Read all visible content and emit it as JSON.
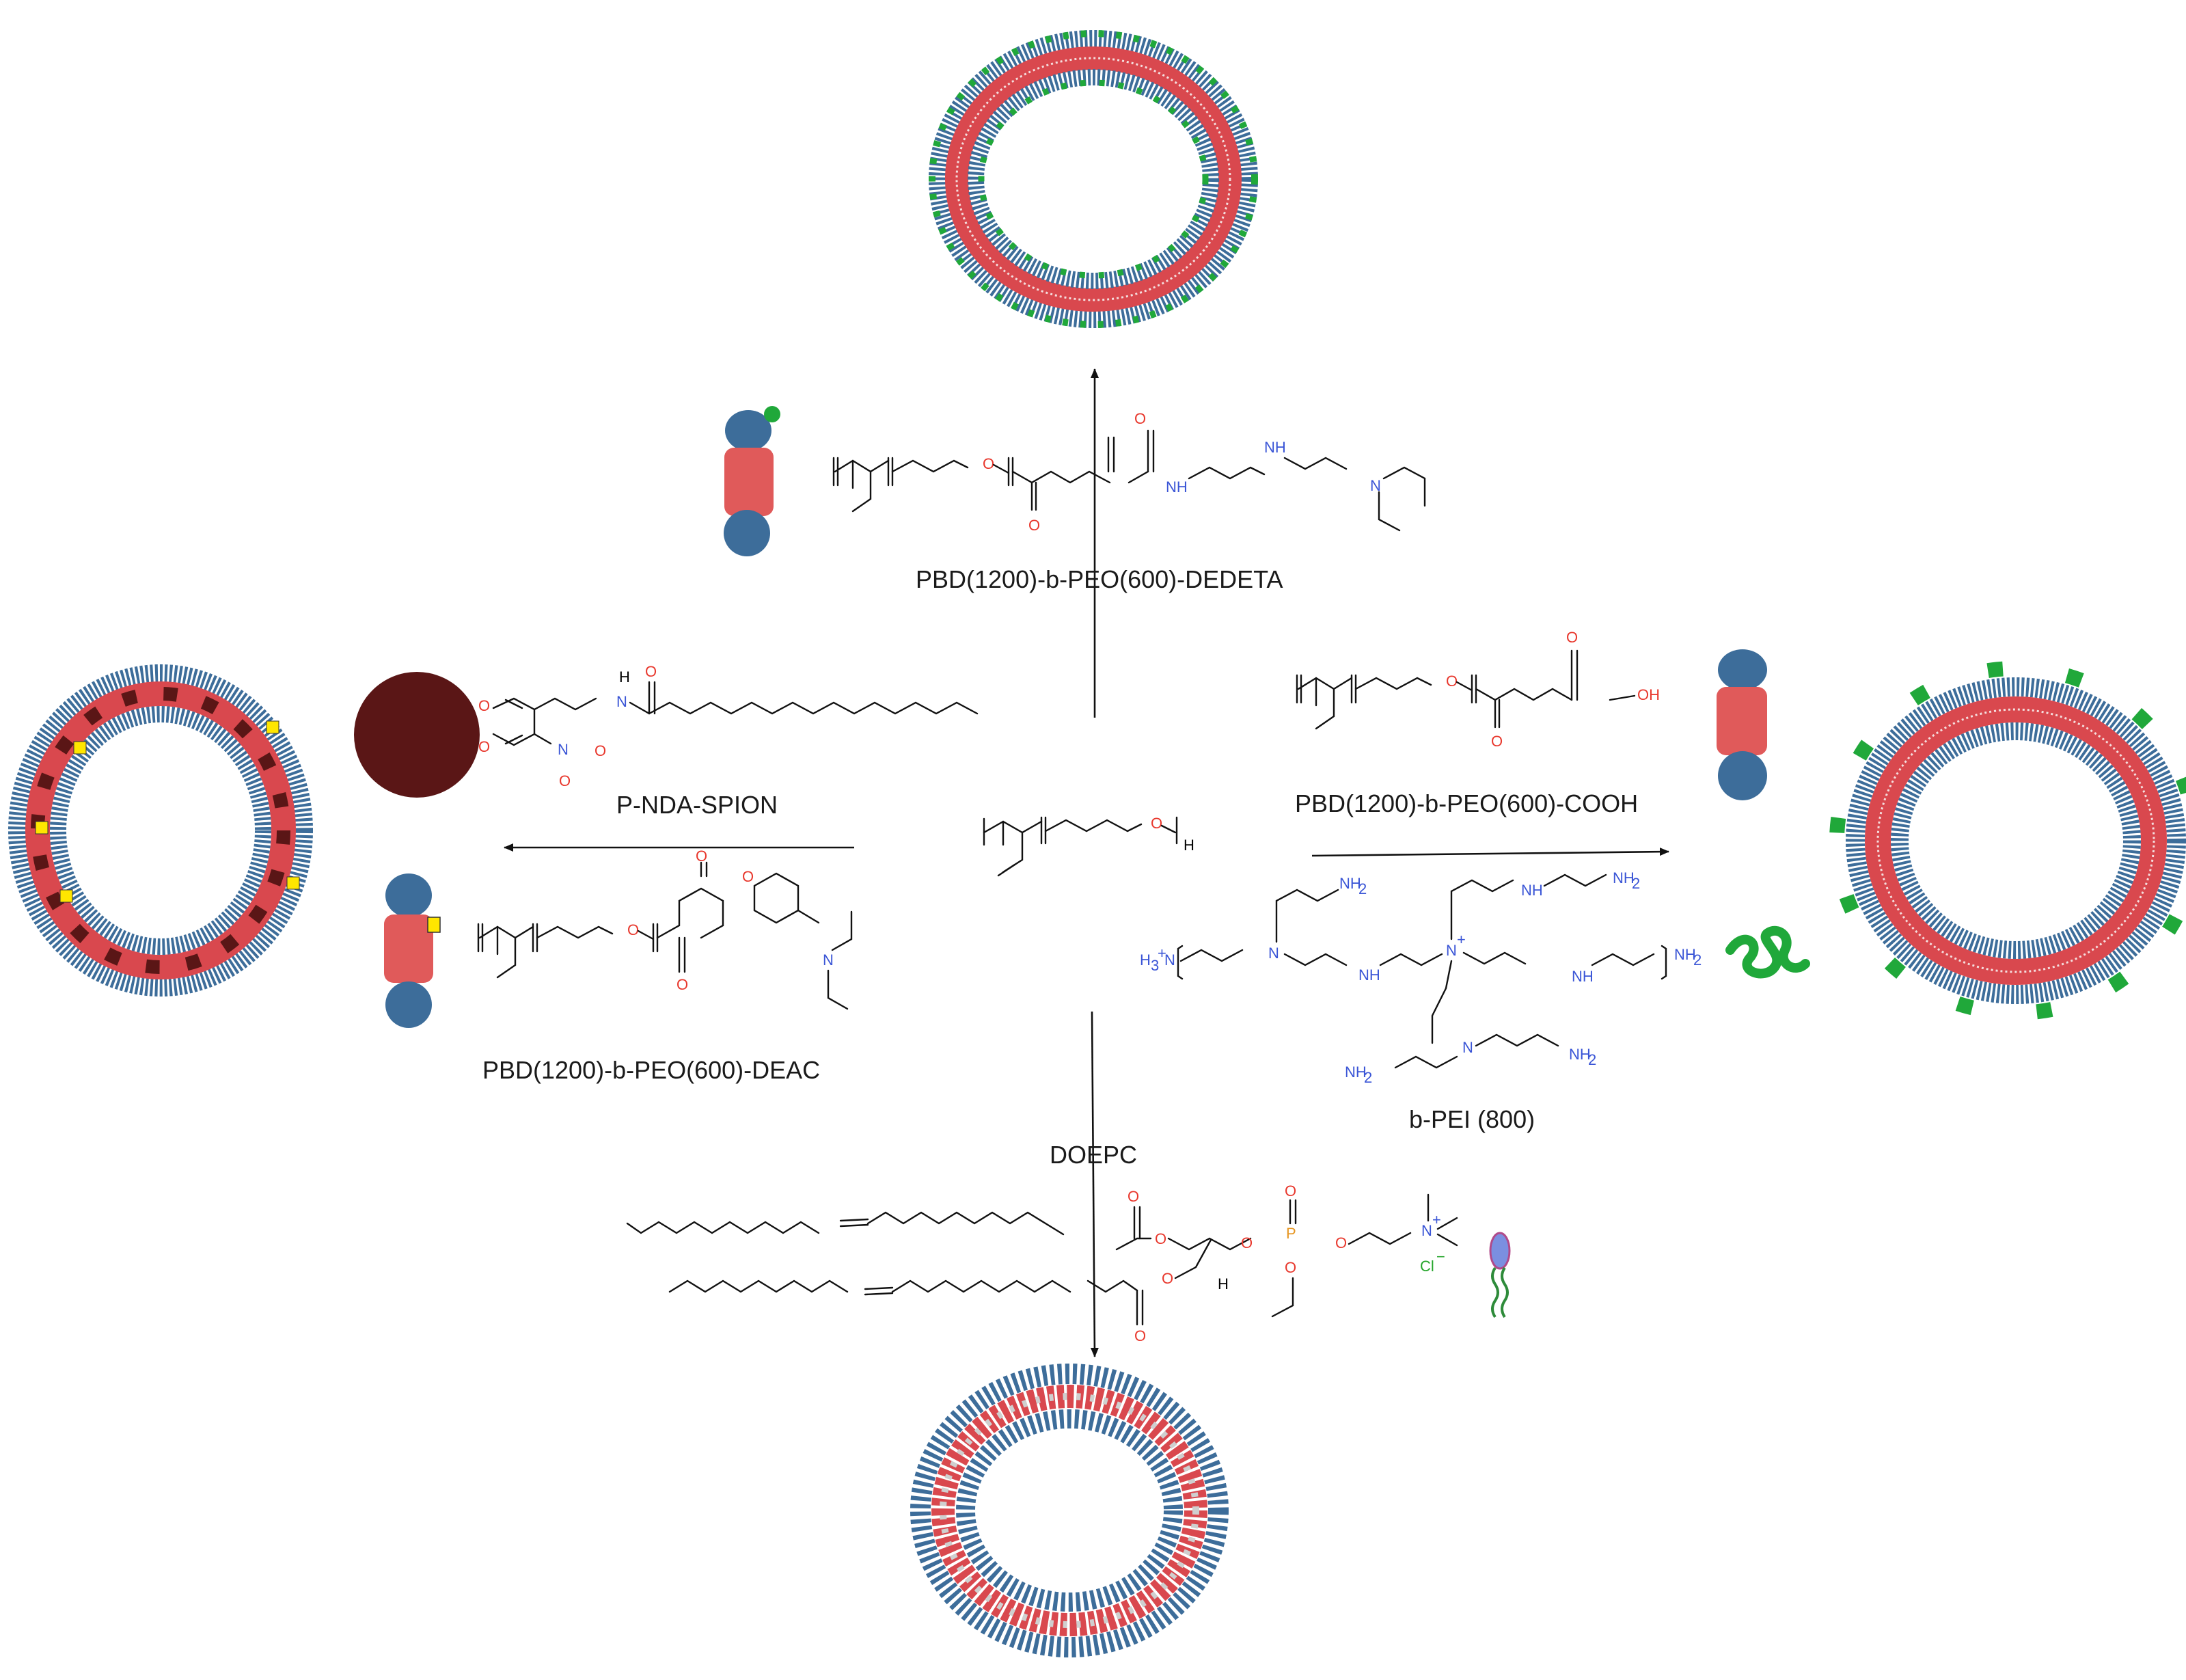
{
  "labels": {
    "dedeta": "PBD(1200)-b-PEO(600)-DEDETA",
    "cooh": "PBD(1200)-b-PEO(600)-COOH",
    "spion": "P-NDA-SPION",
    "deac": "PBD(1200)-b-PEO(600)-DEAC",
    "bpei": "b-PEI (800)",
    "doepc": "DOEPC"
  },
  "atoms": {
    "O": "O",
    "N": "N",
    "NH": "NH",
    "H": "H",
    "HN": "H",
    "OH": "OH",
    "NH2": "NH",
    "sub2": "2",
    "H3N": "H",
    "sub3": "3",
    "plus": "+",
    "P": "P",
    "Cl": "Cl",
    "minus": "−",
    "Ominus": "O",
    "Nplus": "N"
  },
  "colors": {
    "pbd_core": "#e05a5a",
    "peo_shell": "#3d6d9a",
    "green_ligand": "#20a83a",
    "spion": "#5a1616",
    "deac_dye": "#ffe600",
    "oxygen": "#e8372c",
    "nitrogen": "#3a55d6"
  }
}
